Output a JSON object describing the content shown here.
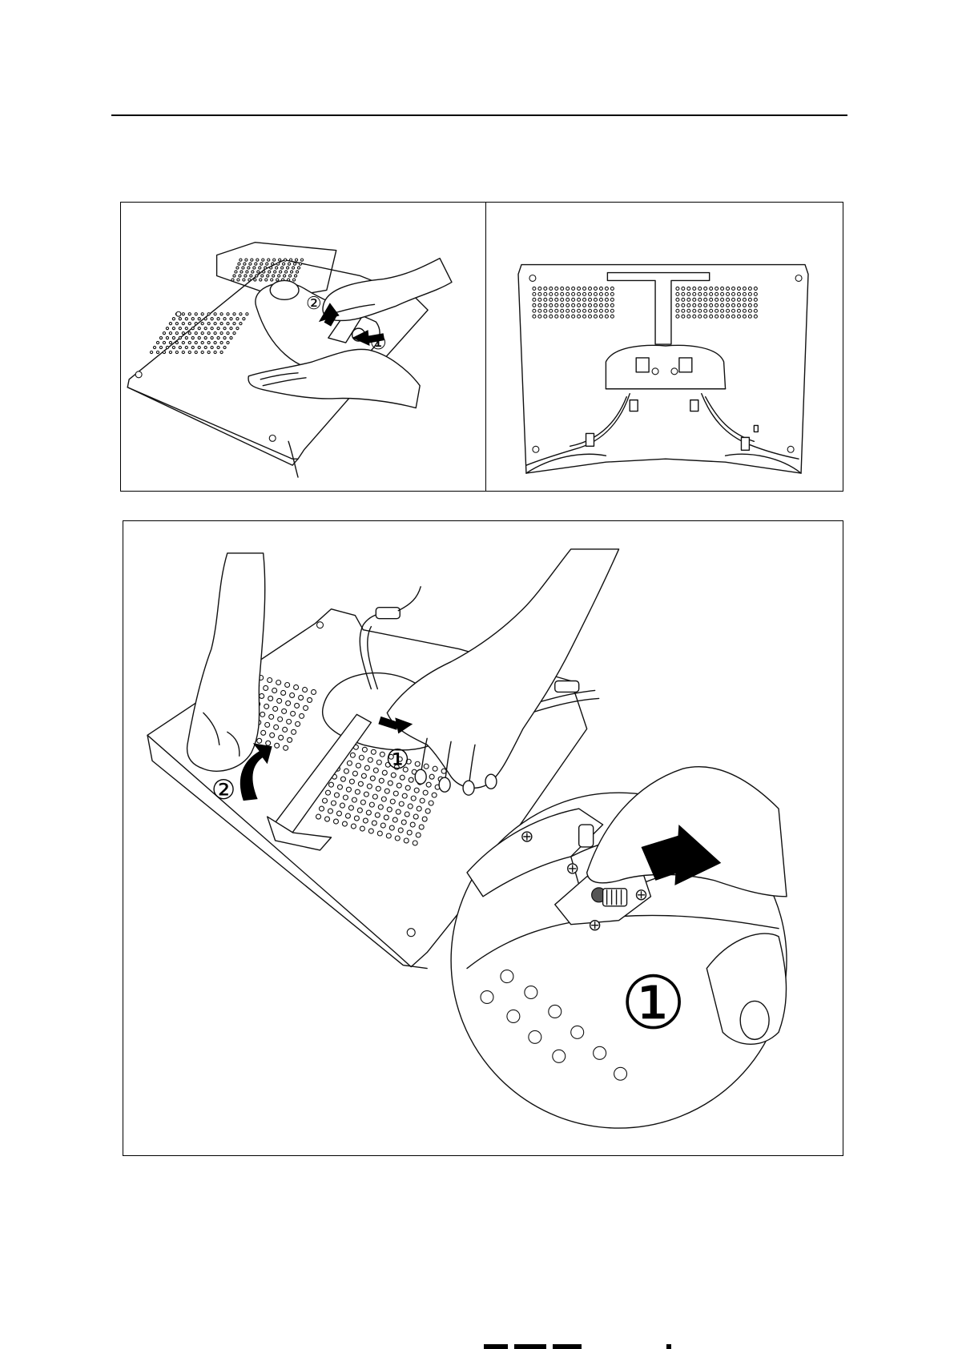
{
  "document": {
    "step_marker_1": "①",
    "step_marker_2": "②"
  },
  "figures": [
    {
      "id": "fig-top-left",
      "steps": [
        "①",
        "②"
      ]
    },
    {
      "id": "fig-top-right",
      "steps": []
    },
    {
      "id": "fig-bottom",
      "steps": [
        "①",
        "②",
        "①"
      ]
    }
  ],
  "colors": {
    "line": "#111111",
    "background": "#ffffff",
    "accent": "#000000"
  }
}
